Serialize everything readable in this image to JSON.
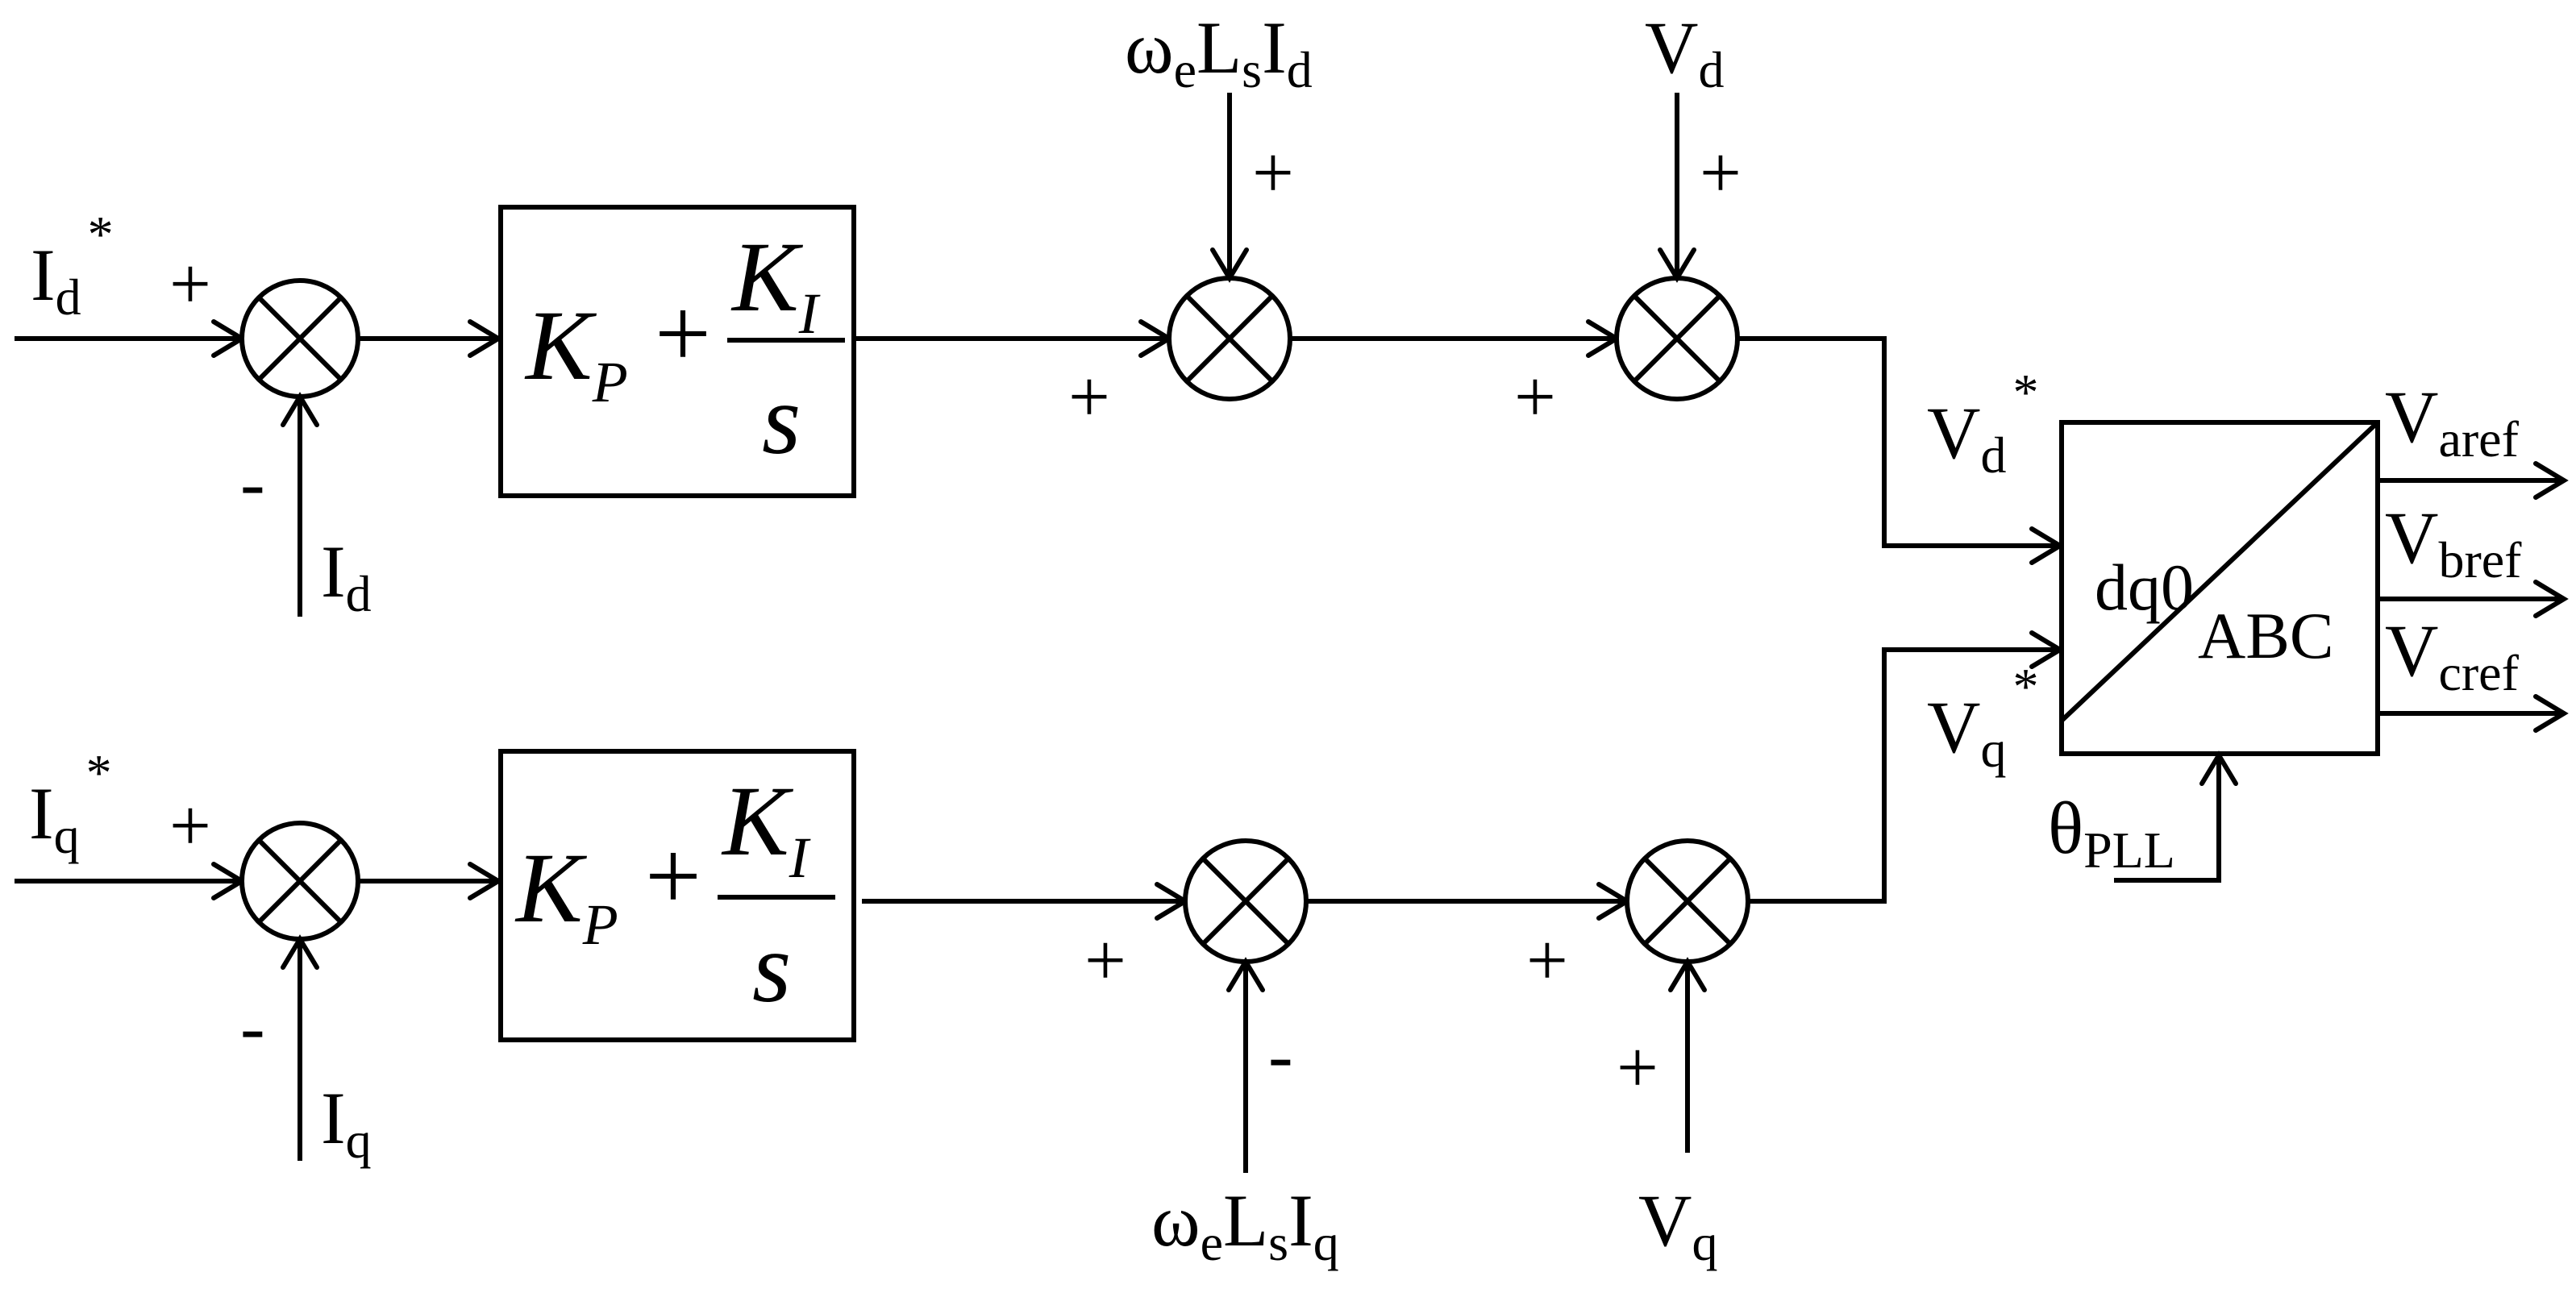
{
  "signals": {
    "id_ref": {
      "main": "I",
      "sub": "d",
      "sup": "*"
    },
    "id_fb": {
      "main": "I",
      "sub": "d"
    },
    "iq_ref": {
      "main": "I",
      "sub": "q",
      "sup": "*"
    },
    "iq_fb": {
      "main": "I",
      "sub": "q"
    },
    "decouple_d": {
      "omega": "ω",
      "omega_sub": "e",
      "L": "L",
      "L_sub": "s",
      "I": "I",
      "I_sub": "d"
    },
    "decouple_q": {
      "omega": "ω",
      "omega_sub": "e",
      "L": "L",
      "L_sub": "s",
      "I": "I",
      "I_sub": "q"
    },
    "vd_ff": {
      "main": "V",
      "sub": "d"
    },
    "vq_ff": {
      "main": "V",
      "sub": "q"
    },
    "vd_ref": {
      "main": "V",
      "sub": "d",
      "sup": "*"
    },
    "vq_ref": {
      "main": "V",
      "sub": "q",
      "sup": "*"
    },
    "theta": {
      "main": "θ",
      "sub": "PLL"
    },
    "outputs": [
      {
        "main": "V",
        "sub": "aref"
      },
      {
        "main": "V",
        "sub": "bref"
      },
      {
        "main": "V",
        "sub": "cref"
      }
    ]
  },
  "pi_controller": {
    "kp": "K",
    "kp_sub": "P",
    "plus": "+",
    "ki": "K",
    "ki_sub": "I",
    "s": "s"
  },
  "transform_block": {
    "top_label": "dq0",
    "bottom_label": "ABC"
  },
  "signs": {
    "sum1_in": "+",
    "sum1_fb": "-",
    "sum2_in": "+",
    "sum2_ff": "+",
    "sum3_in": "+",
    "sum3_ff": "+",
    "sum4_in": "+",
    "sum4_fb": "-",
    "sum5_in": "+",
    "sum5_ff": "-",
    "sum6_in": "+",
    "sum6_ff": "+"
  }
}
